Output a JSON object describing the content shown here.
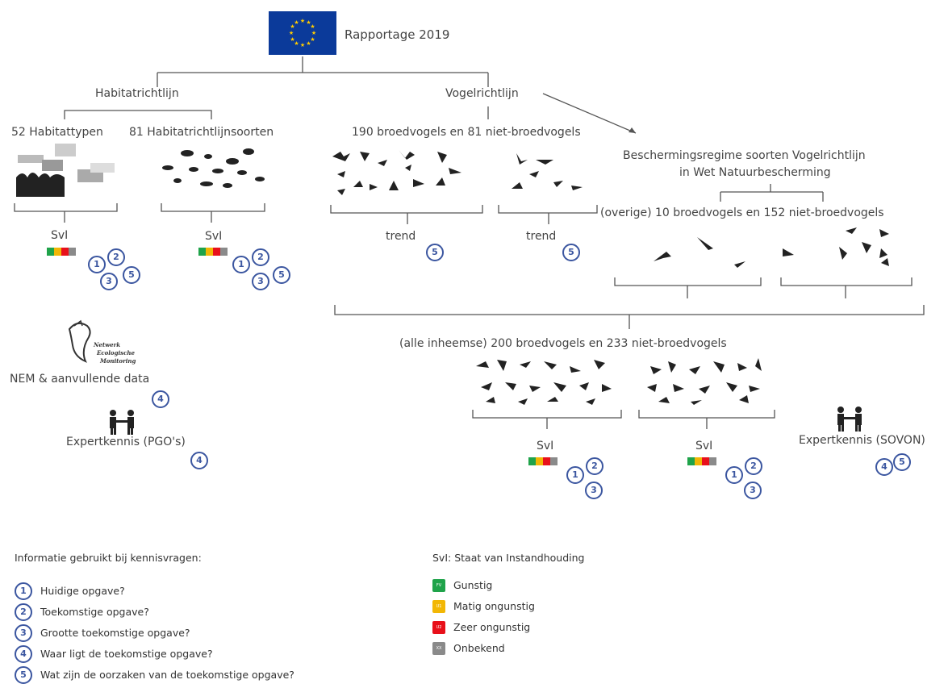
{
  "title": "Rapportage 2019",
  "branches": {
    "habitat": "Habitatrichtlijn",
    "vogel": "Vogelrichtlijn",
    "habitattypen": "52 Habitattypen",
    "soorten": "81 Habitatrichtlijnsoorten",
    "broedvogels": "190 broedvogels en 81 niet-broedvogels",
    "regime_line1": "Beschermingsregime soorten Vogelrichtlijn",
    "regime_line2": "in Wet Natuurbescherming",
    "overige": "(overige) 10 broedvogels en 152 niet-broedvogels",
    "alle": "(alle inheemse) 200 broedvogels en 233 niet-broedvogels"
  },
  "labels": {
    "svi": "SvI",
    "trend": "trend",
    "nem": "NEM & aanvullende data",
    "nem_logo": [
      "Netwerk",
      "Ecologische",
      "Monitoring"
    ],
    "expert_pgo": "Expertkennis (PGO's)",
    "expert_sovon": "Expertkennis (SOVON)"
  },
  "numbers": {
    "n1": "1",
    "n2": "2",
    "n3": "3",
    "n4": "4",
    "n5": "5"
  },
  "status_colors": [
    "#1fa34a",
    "#f2b705",
    "#e8101a",
    "#8a8a8a"
  ],
  "legend_info": {
    "title": "Informatie gebruikt bij kennisvragen:",
    "items": [
      {
        "num": "1",
        "text": "Huidige opgave?"
      },
      {
        "num": "2",
        "text": "Toekomstige opgave?"
      },
      {
        "num": "3",
        "text": "Grootte toekomstige opgave?"
      },
      {
        "num": "4",
        "text": "Waar ligt de toekomstige opgave?"
      },
      {
        "num": "5",
        "text": "Wat zijn de oorzaken van de toekomstige opgave?"
      }
    ]
  },
  "legend_svi": {
    "title": "SvI: Staat van Instandhouding",
    "items": [
      {
        "code": "FV",
        "text": "Gunstig",
        "color": "#1fa34a"
      },
      {
        "code": "U1",
        "text": "Matig ongunstig",
        "color": "#f2b705"
      },
      {
        "code": "U2",
        "text": "Zeer ongunstig",
        "color": "#e8101a"
      },
      {
        "code": "XX",
        "text": "Onbekend",
        "color": "#8a8a8a"
      }
    ]
  }
}
